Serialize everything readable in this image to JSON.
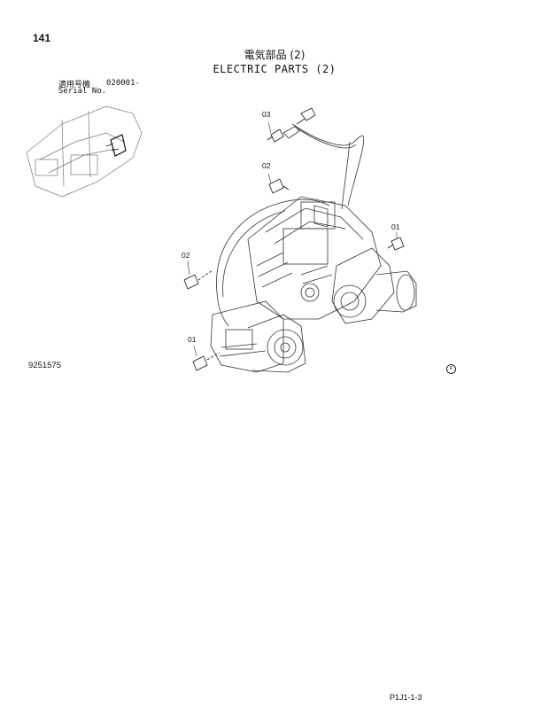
{
  "page_number": "141",
  "title_jp": "電気部品 (2)",
  "title_en": "ELECTRIC PARTS (2)",
  "serial": {
    "label_jp": "適用号機",
    "value": "020001-",
    "label_en": "Serial No."
  },
  "callouts": [
    {
      "label": "03"
    },
    {
      "label": "02"
    },
    {
      "label": "01"
    },
    {
      "label": "02"
    },
    {
      "label": "01"
    }
  ],
  "drawing_number": "9251575",
  "footer_code": "P1J1-1-3"
}
